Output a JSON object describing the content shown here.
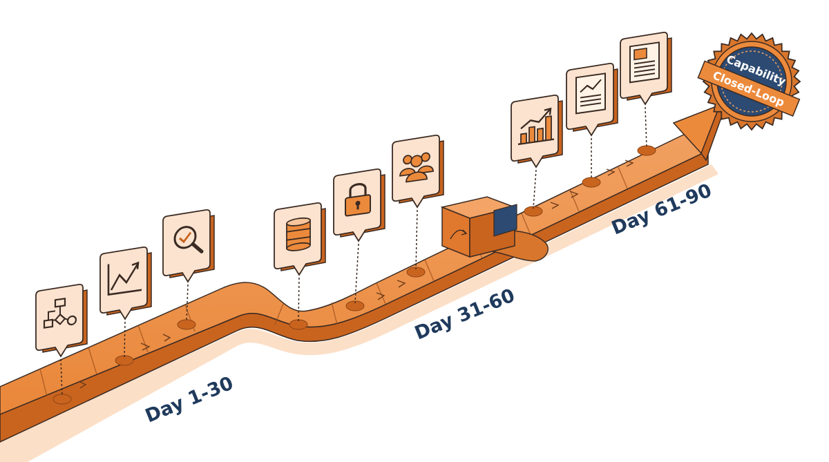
{
  "phases": [
    {
      "id": "phase-1",
      "label": "Day 1-30"
    },
    {
      "id": "phase-2",
      "label": "Day 31-60"
    },
    {
      "id": "phase-3",
      "label": "Day 61-90"
    }
  ],
  "milestones": [
    {
      "phase": "Day 1-30",
      "icon": "flowchart-icon"
    },
    {
      "phase": "Day 1-30",
      "icon": "line-chart-icon"
    },
    {
      "phase": "Day 1-30",
      "icon": "magnifier-check-icon"
    },
    {
      "phase": "Day 31-60",
      "icon": "database-icon"
    },
    {
      "phase": "Day 31-60",
      "icon": "padlock-icon"
    },
    {
      "phase": "Day 31-60",
      "icon": "team-icon"
    },
    {
      "phase": "Day 61-90",
      "icon": "bar-chart-icon"
    },
    {
      "phase": "Day 61-90",
      "icon": "report-chart-icon"
    },
    {
      "phase": "Day 61-90",
      "icon": "document-icon"
    }
  ],
  "gate": {
    "icon": "gate-block-icon"
  },
  "seal": {
    "line1": "Capability",
    "line2": "Closed-Loop"
  },
  "colors": {
    "orange": "#ec8a3c",
    "orange_dark": "#c9641f",
    "orange_light": "#f7c59c",
    "panel": "#fbe3cf",
    "navy": "#1f3a5c",
    "seal_blue": "#2c4a72",
    "outline": "#3a2a22"
  }
}
